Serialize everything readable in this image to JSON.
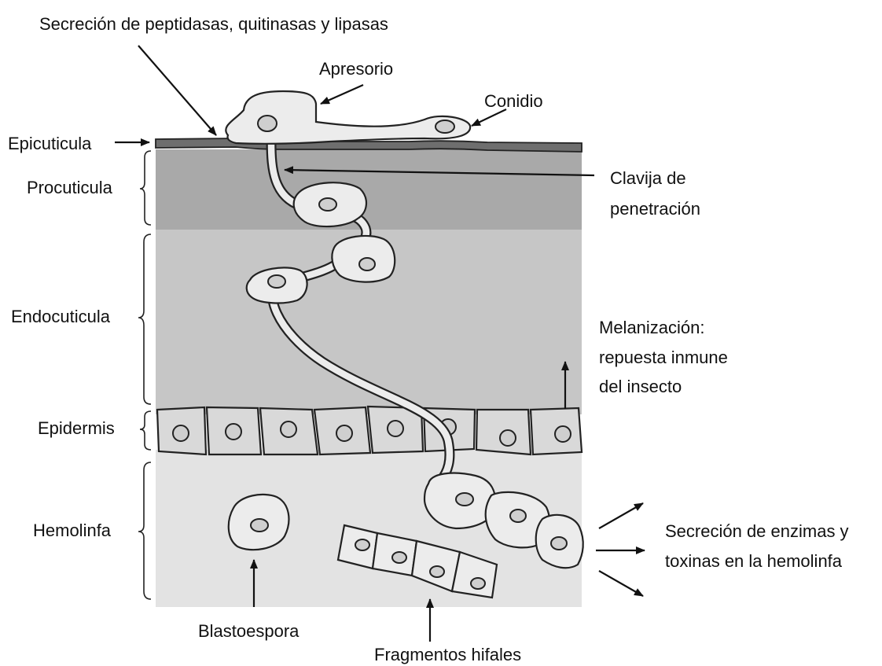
{
  "labels": {
    "secretion_top": "Secreción de peptidasas, quitinasas y lipasas",
    "apresorio": "Apresorio",
    "conidio": "Conidio",
    "epicuticula": "Epicuticula",
    "procuticula": "Procuticula",
    "clavija_line1": "Clavija de",
    "clavija_line2": "penetración",
    "endocuticula": "Endocuticula",
    "melanizacion_line1": "Melanización:",
    "melanizacion_line2": "repuesta inmune",
    "melanizacion_line3": "del insecto",
    "epidermis": "Epidermis",
    "hemolinfa": "Hemolinfa",
    "secretion_right_line1": "Secreción de enzimas y",
    "secretion_right_line2": "toxinas en la hemolinfa",
    "blastoespora": "Blastoespora",
    "fragmentos": "Fragmentos hifales"
  },
  "colors": {
    "procuticula_fill": "#a9a9a9",
    "endocuticula_fill": "#c6c6c6",
    "hemolinfa_fill": "#e3e3e3",
    "epicuticula_fill": "#6e6e6e",
    "fungus_fill": "#ececec",
    "epidermis_cell_fill": "#d9d9d9"
  }
}
